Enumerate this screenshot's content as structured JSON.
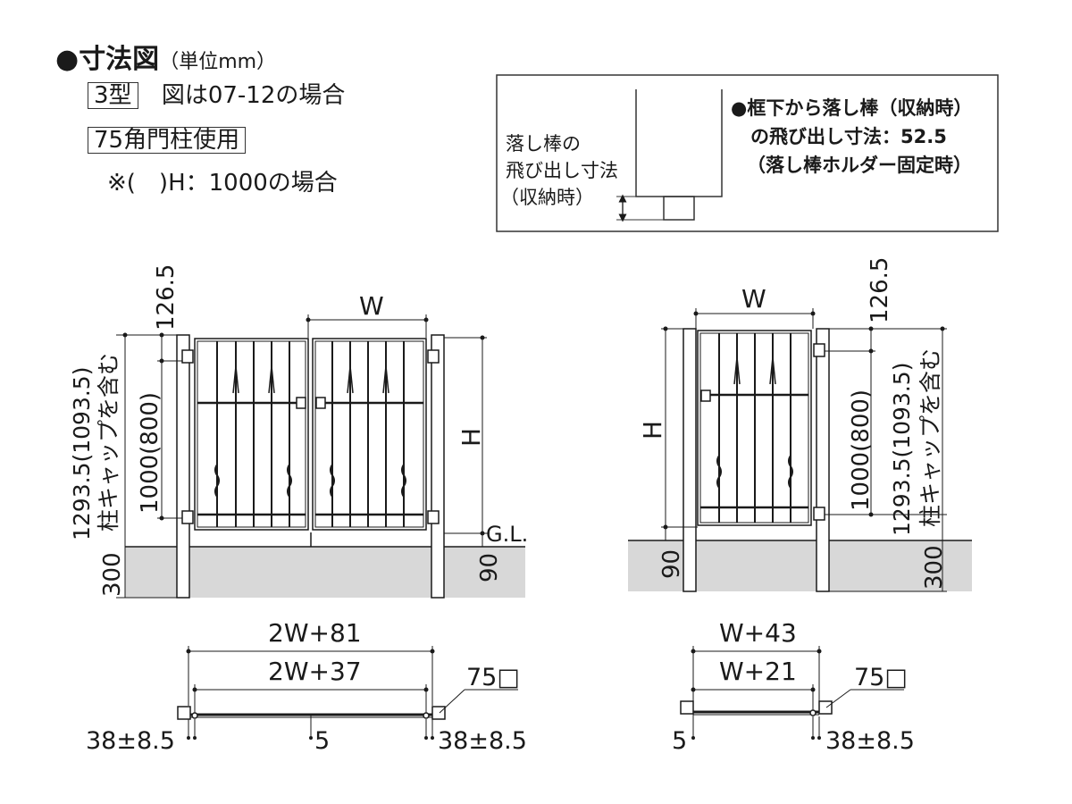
{
  "header": {
    "bullet": "●",
    "title": "寸法図",
    "unit": "（単位mm）",
    "type_badge": "3型",
    "type_note": "図は07-12の場合",
    "post_badge": "75角門柱使用",
    "paren_note": "※(　)H：1000の場合"
  },
  "callout": {
    "left_label": [
      "落し棒の",
      "飛び出し寸法",
      "（収納時）"
    ],
    "right_label": [
      "●框下から落し棒（収納時）",
      "の飛び出し寸法：52.5",
      "（落し棒ホルダー固定時）"
    ]
  },
  "double_gate": {
    "top_w": "W",
    "post_cap_dim": "126.5",
    "total_height": "1293.5(1093.5)",
    "total_height_note": "柱キャップを含む",
    "gate_height": "1000(800)",
    "h_label": "H",
    "gl_label": "G.L.",
    "bottom_clear": "90",
    "embed_depth": "300"
  },
  "single_gate": {
    "top_w": "W",
    "post_cap_dim": "126.5",
    "total_height": "1293.5(1093.5)",
    "total_height_note": "柱キャップを含む",
    "gate_height": "1000(800)",
    "h_label": "H",
    "bottom_clear": "90",
    "embed_depth": "300"
  },
  "double_plan": {
    "outer_width": "2W+81",
    "inner_width": "2W+37",
    "post_size": "75□",
    "left_gap": "38±8.5",
    "center_gap": "5",
    "right_gap": "38±8.5"
  },
  "single_plan": {
    "outer_width": "W+43",
    "inner_width": "W+21",
    "post_size": "75□",
    "left_gap": "5",
    "right_gap": "38±8.5"
  },
  "colors": {
    "ground": "#d8d8d8",
    "line": "#1a1a1a"
  }
}
